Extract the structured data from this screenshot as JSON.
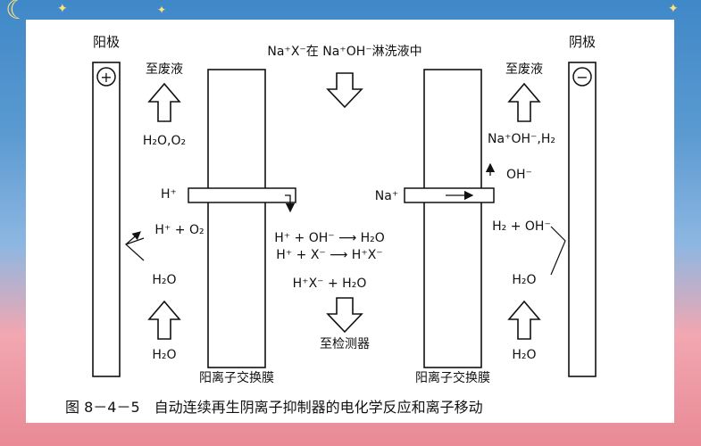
{
  "diagram": {
    "anode_label": "阳极",
    "anode_sign": "+",
    "cathode_label": "阴极",
    "cathode_sign": "−",
    "top_note": "Na⁺X⁻在 Na⁺OH⁻淋洗液中",
    "left_to_waste": "至废液",
    "right_to_waste": "至废液",
    "left_h2o_o2": "H₂O,O₂",
    "right_naoh_h2": "Na⁺OH⁻,H₂",
    "right_oh_minus": "OH⁻",
    "left_h_plus": "H⁺",
    "right_na_plus": "Na⁺",
    "left_h_o2": "H⁺ + O₂",
    "right_h2_oh": "H₂ + OH⁻",
    "reaction1": "H⁺ + OH⁻ ⟶ H₂O",
    "reaction2": "H⁺ + X⁻ ⟶ H⁺X⁻",
    "reaction3": "H⁺X⁻ + H₂O",
    "left_h2o_mid": "H₂O",
    "right_h2o_mid": "H₂O",
    "left_h2o_bottom": "H₂O",
    "right_h2o_bottom": "H₂O",
    "to_detector": "至检测器",
    "membrane_left": "阳离子交换膜",
    "membrane_right": "阳离子交换膜",
    "caption": "图 8－4－5　自动连续再生阴离子抑制器的电化学反应和离子移动"
  }
}
